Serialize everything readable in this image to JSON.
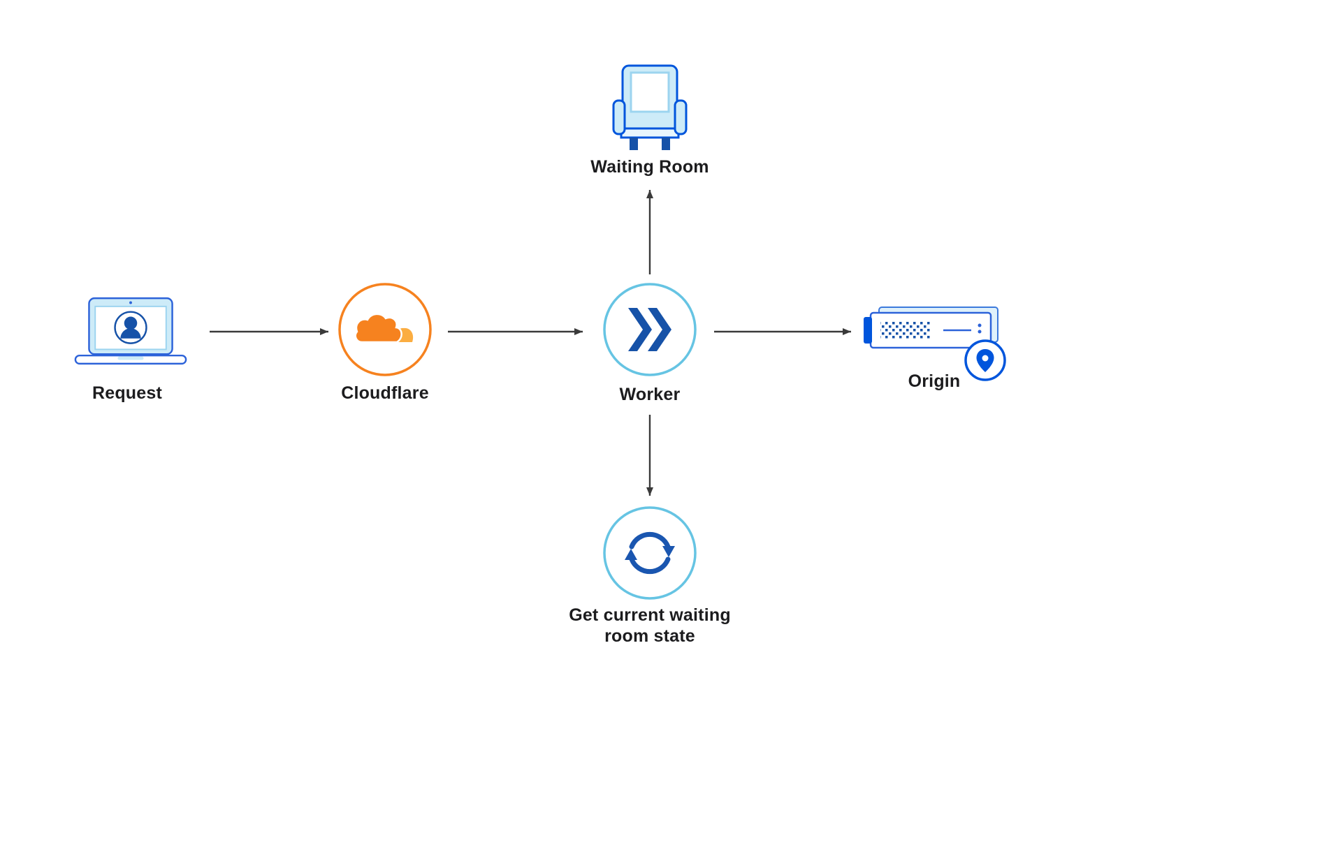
{
  "diagram": {
    "type": "flow-diagram",
    "nodes": [
      {
        "id": "request",
        "label": "Request",
        "icon": "laptop-user-icon"
      },
      {
        "id": "cloudflare",
        "label": "Cloudflare",
        "icon": "cloudflare-logo-icon"
      },
      {
        "id": "worker",
        "label": "Worker",
        "icon": "workers-logo-icon"
      },
      {
        "id": "waiting-room",
        "label": "Waiting Room",
        "icon": "chair-icon"
      },
      {
        "id": "origin",
        "label": "Origin",
        "icon": "server-location-icon"
      },
      {
        "id": "waiting-room-state",
        "label": "Get current waiting room state",
        "icon": "sync-icon"
      }
    ],
    "edges": [
      {
        "from": "request",
        "to": "cloudflare"
      },
      {
        "from": "cloudflare",
        "to": "worker"
      },
      {
        "from": "worker",
        "to": "origin"
      },
      {
        "from": "worker",
        "to": "waiting-room"
      },
      {
        "from": "worker",
        "to": "waiting-room-state"
      }
    ],
    "colors": {
      "background": "#FFFFFF",
      "cloudflare_orange": "#F6821F",
      "cloudflare_orange_light": "#FBAD41",
      "workers_blue": "#1652A8",
      "blue": "#0055DC",
      "light_blue": "#CDEBF8",
      "circle_teal": "#66C4E3",
      "arrow": "#3A3A3A",
      "text": "#1C1C1E"
    }
  }
}
